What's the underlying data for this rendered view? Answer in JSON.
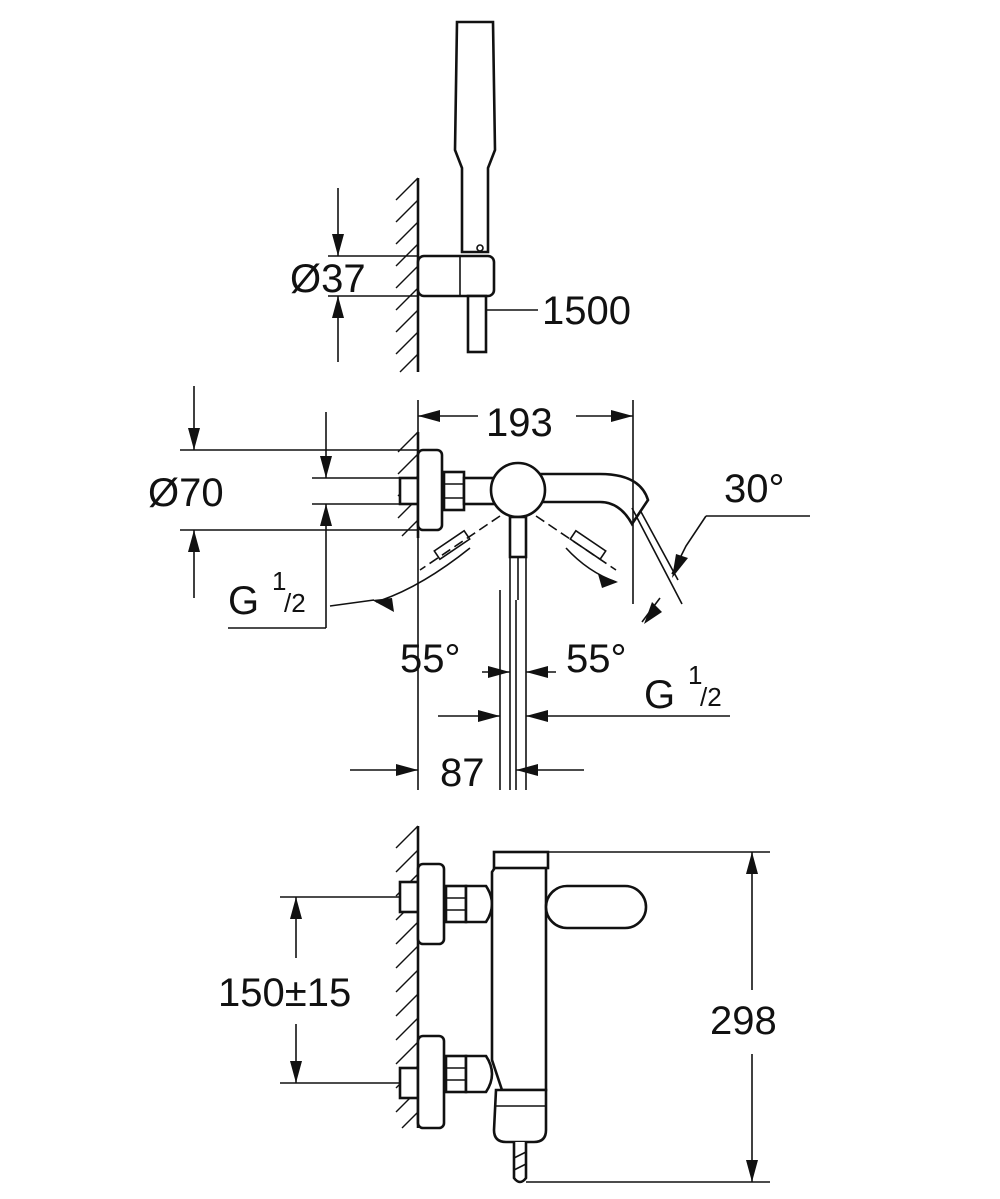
{
  "labels": {
    "diameter_37": "Ø37",
    "length_1500": "1500",
    "width_193": "193",
    "diameter_70": "Ø70",
    "angle_30": "30°",
    "thread_left_main": "G",
    "thread_left_sup": "1",
    "thread_left_sub": "/2",
    "angle_55_left": "55°",
    "angle_55_right": "55°",
    "thread_right_main": "G",
    "thread_right_sup": "1",
    "thread_right_sub": "/2",
    "depth_87": "87",
    "spacing_150": "150±15",
    "height_298": "298"
  }
}
